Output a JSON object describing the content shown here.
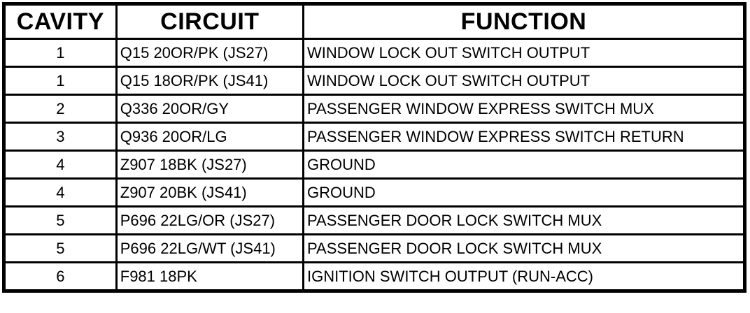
{
  "table": {
    "headers": {
      "cavity": "CAVITY",
      "circuit": "CIRCUIT",
      "function": "FUNCTION"
    },
    "rows": [
      {
        "cavity": "1",
        "circuit": "Q15 20OR/PK (JS27)",
        "function": "WINDOW LOCK OUT SWITCH OUTPUT"
      },
      {
        "cavity": "1",
        "circuit": "Q15 18OR/PK (JS41)",
        "function": "WINDOW LOCK OUT SWITCH OUTPUT"
      },
      {
        "cavity": "2",
        "circuit": "Q336 20OR/GY",
        "function": "PASSENGER WINDOW EXPRESS SWITCH MUX"
      },
      {
        "cavity": "3",
        "circuit": "Q936 20OR/LG",
        "function": "PASSENGER WINDOW EXPRESS SWITCH RETURN"
      },
      {
        "cavity": "4",
        "circuit": "Z907 18BK (JS27)",
        "function": "GROUND"
      },
      {
        "cavity": "4",
        "circuit": "Z907 20BK (JS41)",
        "function": "GROUND"
      },
      {
        "cavity": "5",
        "circuit": "P696 22LG/OR (JS27)",
        "function": "PASSENGER DOOR LOCK SWITCH MUX"
      },
      {
        "cavity": "5",
        "circuit": "P696 22LG/WT (JS41)",
        "function": "PASSENGER DOOR LOCK SWITCH MUX"
      },
      {
        "cavity": "6",
        "circuit": "F981 18PK",
        "function": "IGNITION SWITCH OUTPUT (RUN-ACC)"
      }
    ],
    "colors": {
      "border": "#000000",
      "background": "#ffffff",
      "text": "#000000"
    }
  }
}
